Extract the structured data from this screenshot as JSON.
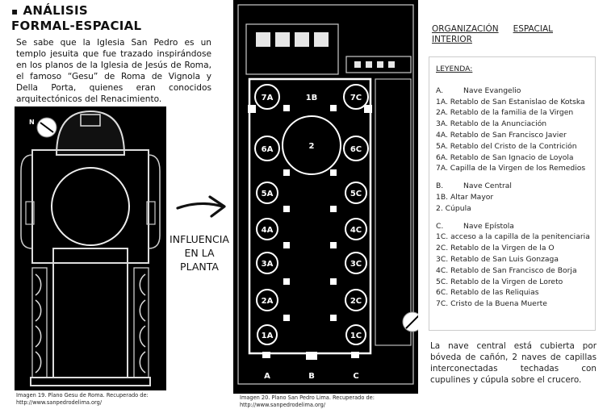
{
  "title": {
    "line1": "ANÁLISIS",
    "line2": "FORMAL-ESPACIAL"
  },
  "intro": "Se sabe que la Iglesia San Pedro es un templo jesuita que fue trazado inspirándose en los planos de la Iglesia de Jesús de Roma, el famoso “Gesu” de Roma de Vignola y Della Porta, quienes eran conocidos arquitectónicos del Renacimiento.",
  "plan1_caption": {
    "line1": "Imagen 19. Plano Gesu de Roma. Recuperado de:",
    "line2": "http://www.sanpedrodelima.org/"
  },
  "influence": {
    "line1": "INFLUENCIA",
    "line2": "EN LA",
    "line3": "PLANTA"
  },
  "plan2_caption": {
    "line1": "Imagen 20. Plano San Pedro Lima. Recuperado de:",
    "line2": "http://www.sanpedrodelima.org/"
  },
  "plan2_labels": {
    "r7A": "7A",
    "r1B": "1B",
    "r7C": "7C",
    "r6A": "6A",
    "c2": "2",
    "r6C": "6C",
    "r5A": "5A",
    "r5C": "5C",
    "r4A": "4A",
    "r4C": "4C",
    "r3A": "3A",
    "r3C": "3C",
    "r2A": "2A",
    "r2C": "2C",
    "r1A": "1A",
    "r1C": "1C",
    "bA": "A",
    "bB": "B",
    "bC": "C"
  },
  "org_title": {
    "w1": "ORGANIZACIÓN",
    "w2": "ESPACIAL",
    "line2": "INTERIOR"
  },
  "legend": {
    "title": "LEYENDA:",
    "groupA": {
      "letter": "A.",
      "name": "Nave Evangelio",
      "items": [
        "1A. Retablo de San Estanislao de Kotska",
        "2A. Retablo de la familia de la Virgen",
        "3A. Retablo de la Anunciación",
        "4A. Retablo de San Francisco Javier",
        "5A. Retablo del Cristo de la Contrición",
        "6A. Retablo de San Ignacio de Loyola",
        "7A. Capilla de la Virgen de los Remedios"
      ]
    },
    "groupB": {
      "letter": "B.",
      "name": "Nave Central",
      "items": [
        "1B. Altar Mayor",
        "2.   Cúpula"
      ]
    },
    "groupC": {
      "letter": "C.",
      "name": "Nave Epístola",
      "items": [
        "1C. acceso a la capilla de la penitenciaria",
        "2C. Retablo de la Virgen de la O",
        "3C. Retablo de San Luis Gonzaga",
        "4C. Retablo de San Francisco de Borja",
        "5C. Retablo de la Virgen de Loreto",
        "6C. Retablo de las Reliquias",
        "7C. Cristo de la Buena Muerte"
      ]
    }
  },
  "closing": "La nave central está cubierta por bóveda de cañón, 2 naves de capillas interconectadas techadas con cupulines y cúpula sobre el crucero.",
  "compass_letter": "N"
}
